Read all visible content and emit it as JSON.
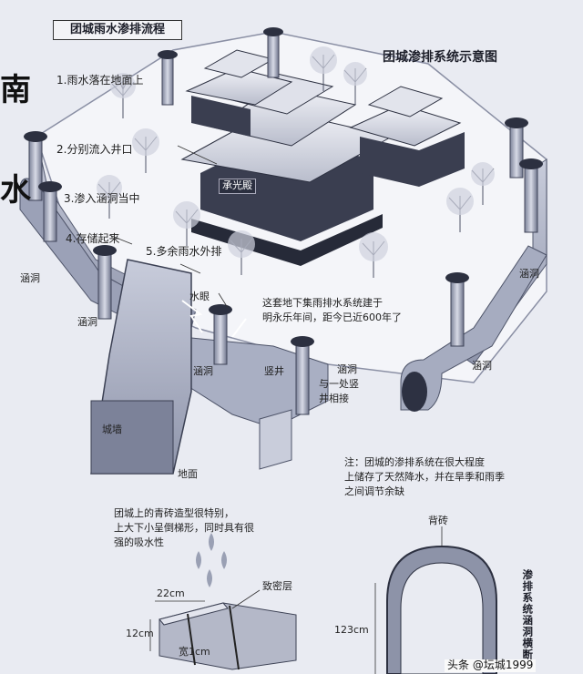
{
  "header": {
    "flow_title": "团城雨水渗排流程",
    "diagram_title": "团城渗排系统示意图"
  },
  "steps": [
    "1.雨水落在地面上",
    "2.分别流入井口",
    "3.渗入涵洞当中",
    "4.存储起来",
    "5.多余雨水外排"
  ],
  "labels": {
    "hall": "承光殿",
    "culvert": "涵洞",
    "water_outlet": "水眼",
    "vertical_shaft": "竖井",
    "culvert_link_1": "涵洞",
    "culvert_link_2": "与一处竖",
    "culvert_link_3": "井相接",
    "wall": "城墙",
    "ground": "地面"
  },
  "notes": {
    "history": [
      "这套地下集雨排水系统建于",
      "明永乐年间，距今已近600年了"
    ],
    "annotation": [
      "注：团城的渗排系统在很大程度",
      "上储存了天然降水，并在旱季和雨季",
      "之间调节余缺"
    ],
    "brick": [
      "团城上的青砖造型很特别，",
      "上大下小呈倒梯形，同时具有很",
      "强的吸水性"
    ]
  },
  "brick_diagram": {
    "gap_label": "致密层",
    "width_label": "22cm",
    "height_label": "12cm",
    "seam_label": "宽1cm"
  },
  "culvert_section": {
    "arch_label": "背砖",
    "height_label": "123cm",
    "side_title": "渗排系统涵洞横断"
  },
  "side_glyphs": [
    "南",
    "水"
  ],
  "watermark": "头条 @坛城1999"
}
